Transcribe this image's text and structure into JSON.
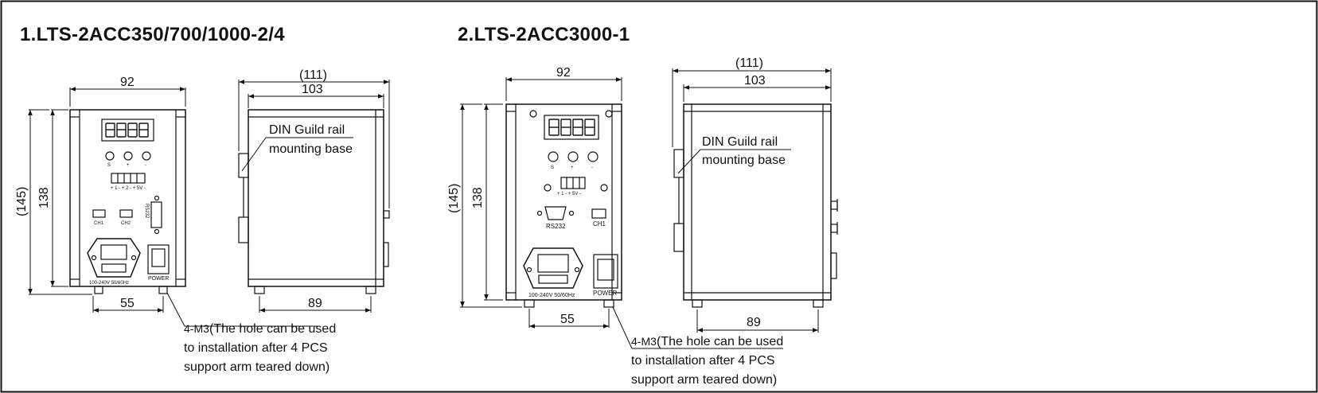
{
  "titles": {
    "left": "1.LTS-2ACC350/700/1000-2/4",
    "right": "2.LTS-2ACC3000-1"
  },
  "dims": {
    "width_front": "92",
    "width_side": "103",
    "width_side_overall": "(111)",
    "height": "138",
    "height_overall": "(145)",
    "hole_spacing": "55",
    "foot_spacing": "89"
  },
  "labels": {
    "din_line1": "DIN Guild rail",
    "din_line2": "mounting base",
    "holes_prefix": "4-M3",
    "holes_line1": "(The hole can be used",
    "holes_line2": "to installation after 4 PCS",
    "holes_line3": "support arm teared down)",
    "rs232": "RS232",
    "ch1": "CH1",
    "ch2": "CH2",
    "power": "POWER",
    "voltage": "100-240V 50/60Hz",
    "btn_s": "S",
    "btn_plus": "+",
    "btn_minus": "-",
    "terminal_left": "+ 1 - + 2 - + 5V -",
    "terminal_right": "+ 1 - + 5V -"
  },
  "colors": {
    "line": "#111111",
    "background": "#ffffff"
  }
}
